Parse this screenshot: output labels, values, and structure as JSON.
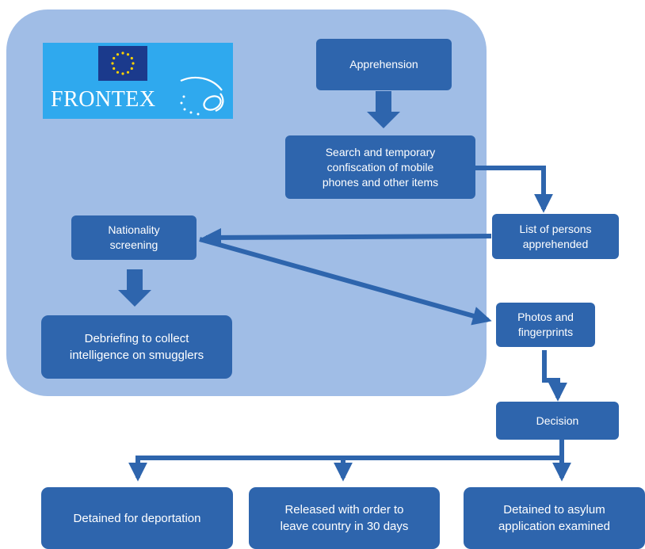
{
  "logo": {
    "text": "FRONTEX"
  },
  "nodes": {
    "apprehension": "Apprehension",
    "search": "Search and temporary\nconfiscation of mobile\nphones and other items",
    "list": "List of persons\napprehended",
    "nationality": "Nationality\nscreening",
    "debriefing": "Debriefing to collect\nintelligence on smugglers",
    "photos": "Photos and\nfingerprints",
    "decision": "Decision",
    "detained_deportation": "Detained for deportation",
    "released": "Released with order to\nleave country in 30 days",
    "detained_asylum": "Detained to asylum\napplication examined"
  },
  "colors": {
    "region": "#a0bde6",
    "box": "#2e65ad",
    "arrow": "#2e65ad",
    "logo": "#2fa9ee",
    "flag": "#1b3a8c"
  }
}
